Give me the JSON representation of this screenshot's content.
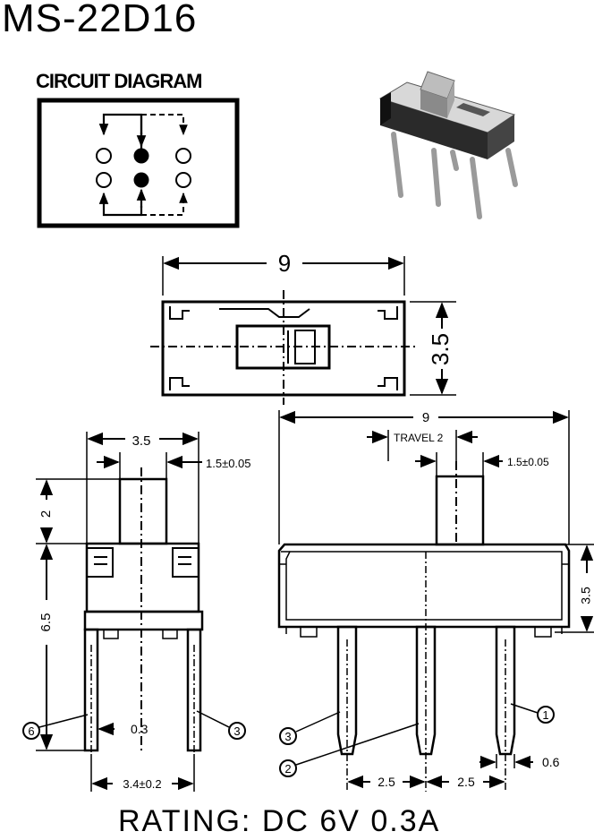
{
  "title": "MS-22D16",
  "circuit_diagram": {
    "label": "CIRCUIT DIAGRAM"
  },
  "top_view": {
    "width": "9",
    "height": "3.5"
  },
  "side_view": {
    "width": "3.5",
    "tolerance_note": "1.5±0.05",
    "actuator_height": "2",
    "body_height": "6.5",
    "pin_thickness": "0.3",
    "pin_spacing": "3.4±0.2",
    "pin_left": "6",
    "pin_right": "3"
  },
  "front_view": {
    "width": "9",
    "travel": "TRAVEL 2",
    "tolerance_note": "1.5±0.05",
    "body_height": "3.5",
    "pitch_left": "2.5",
    "pitch_right": "2.5",
    "pin_width": "0.6",
    "pin_labels": [
      "3",
      "2",
      "1"
    ]
  },
  "rating": "RATING: DC 6V  0.3A"
}
